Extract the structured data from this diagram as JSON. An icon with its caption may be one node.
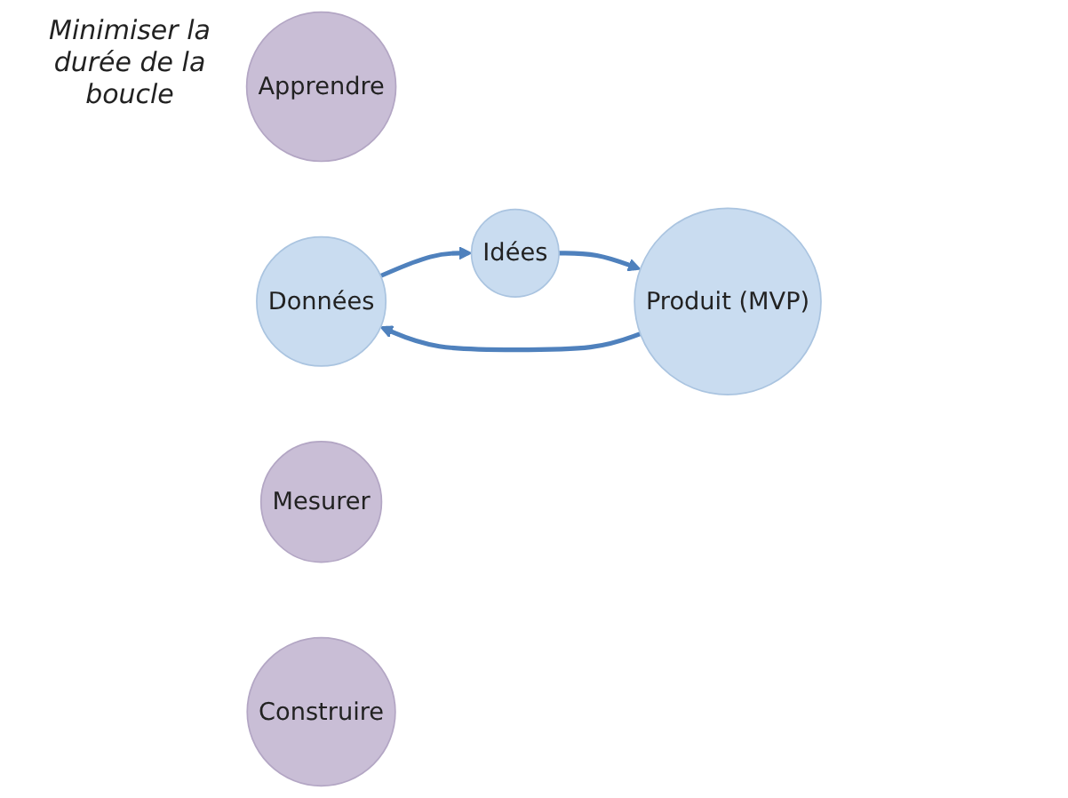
{
  "diagram": {
    "nodes": [
      {
        "text": [
          "Apprendre"
        ]
      },
      {
        "text": [
          "Données"
        ]
      },
      {
        "text": [
          "Idées"
        ]
      },
      {
        "text": [
          "Mesurer"
        ]
      },
      {
        "text": [
          "Construire"
        ]
      },
      {
        "text": [
          "Produit (MVP)"
        ]
      }
    ],
    "edges": [
      {
        "from": 1,
        "to": 2,
        "arrow": "to"
      },
      {
        "from": 2,
        "to": 5,
        "arrow": "to"
      },
      {
        "from": 5,
        "to": 1,
        "arrow": "to"
      }
    ],
    "labels": [
      "Minimiser la durée de la boucle"
    ]
  }
}
